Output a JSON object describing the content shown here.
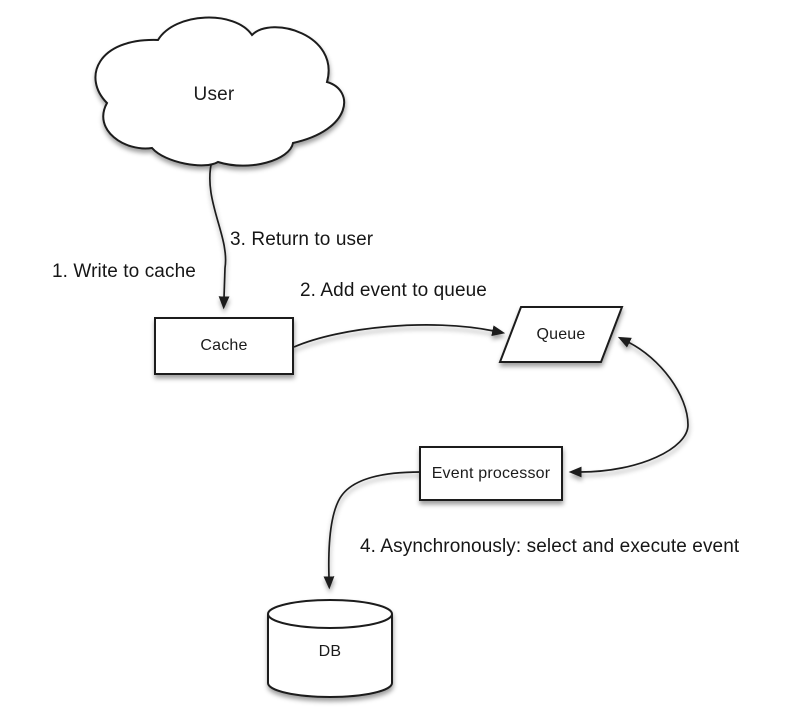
{
  "diagram": {
    "colors": {
      "background": "#ffffff",
      "shape_fill": "#ffffff",
      "stroke": "#1c1c1c",
      "text": "#1c1c1c"
    },
    "nodes": [
      {
        "id": "user",
        "label": "User",
        "shape": "cloud"
      },
      {
        "id": "cache",
        "label": "Cache",
        "shape": "rectangle"
      },
      {
        "id": "queue",
        "label": "Queue",
        "shape": "parallelogram"
      },
      {
        "id": "event-processor",
        "label": "Event processor",
        "shape": "rectangle"
      },
      {
        "id": "db",
        "label": "DB",
        "shape": "cylinder"
      }
    ],
    "edges": [
      {
        "from": "user",
        "to": "cache",
        "arrows": "end"
      },
      {
        "from": "cache",
        "to": "queue",
        "arrows": "end"
      },
      {
        "from": "queue",
        "to": "event-processor",
        "arrows": "both"
      },
      {
        "from": "event-processor",
        "to": "db",
        "arrows": "end"
      }
    ],
    "steps": [
      {
        "label": "1. Write to cache"
      },
      {
        "label": "2. Add event to queue"
      },
      {
        "label": "3. Return to user"
      },
      {
        "label": "4. Asynchronously: select and execute event"
      }
    ]
  }
}
